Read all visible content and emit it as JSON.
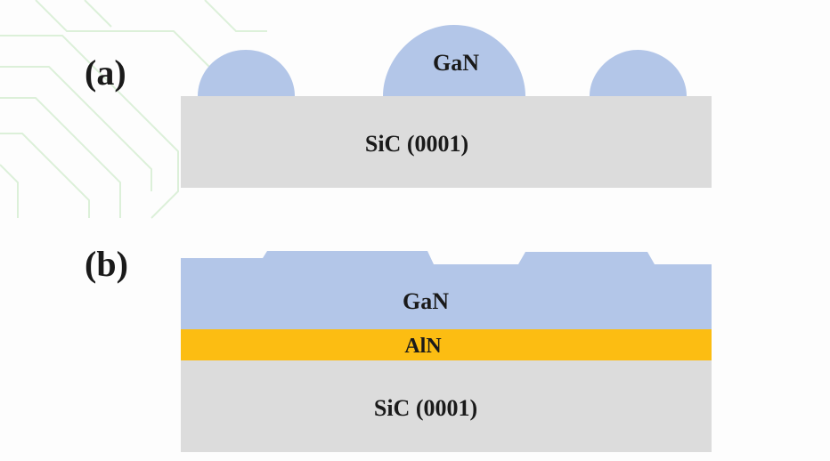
{
  "panel_a": {
    "label": "(a)",
    "island_label": "GaN",
    "substrate_label": "SiC (0001)"
  },
  "panel_b": {
    "label": "(b)",
    "gan_label": "GaN",
    "buffer_label": "AlN",
    "substrate_label": "SiC (0001)"
  },
  "colors": {
    "gan": "#b3c6e8",
    "aln": "#fcbd12",
    "sic": "#dcdcdc",
    "watermark": "#d9efd6"
  }
}
